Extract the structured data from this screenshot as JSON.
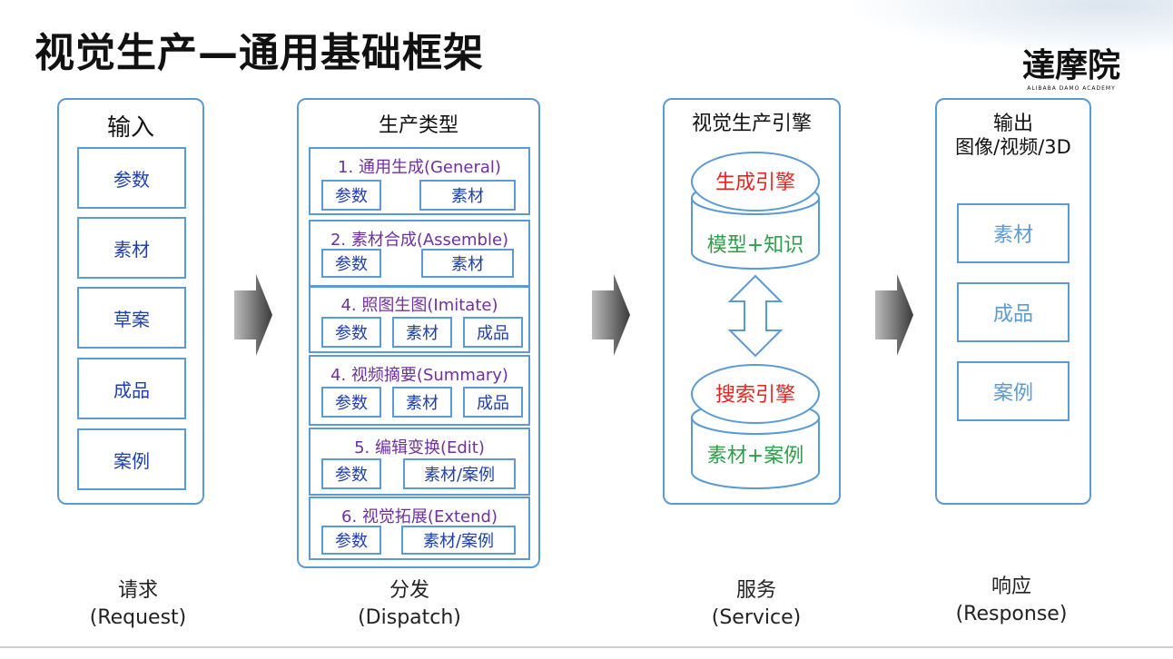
{
  "title": "视觉生产—通用基础框架",
  "logo": {
    "text": "達摩院",
    "subtitle": "ALIBABA DAMO ACADEMY"
  },
  "input": {
    "title": "输入",
    "items": [
      "参数",
      "素材",
      "草案",
      "成品",
      "案例"
    ]
  },
  "dispatch": {
    "title": "生产类型",
    "groups": [
      {
        "title": "1. 通用生成(General)",
        "chips": [
          "参数",
          "素材"
        ]
      },
      {
        "title": "2. 素材合成(Assemble)",
        "chips": [
          "参数",
          "素材"
        ]
      },
      {
        "title": "4. 照图生图(Imitate)",
        "chips": [
          "参数",
          "素材",
          "成品"
        ]
      },
      {
        "title": "4. 视频摘要(Summary)",
        "chips": [
          "参数",
          "素材",
          "成品"
        ]
      },
      {
        "title": "5. 编辑变换(Edit)",
        "chips": [
          "参数",
          "素材/案例"
        ]
      },
      {
        "title": "6. 视觉拓展(Extend)",
        "chips": [
          "参数",
          "素材/案例"
        ]
      }
    ]
  },
  "engine": {
    "title": "视觉生产引擎",
    "gen_engine": "生成引擎",
    "gen_db": "模型+知识",
    "search_engine": "搜索引擎",
    "search_db": "素材+案例"
  },
  "output": {
    "title_line1": "输出",
    "title_line2": "图像/视频/3D",
    "items": [
      "素材",
      "成品",
      "案例"
    ]
  },
  "captions": {
    "request": {
      "zh": "请求",
      "en": "(Request)"
    },
    "dispatch": {
      "zh": "分发",
      "en": "(Dispatch)"
    },
    "service": {
      "zh": "服务",
      "en": "(Service)"
    },
    "response": {
      "zh": "响应",
      "en": "(Response)"
    }
  },
  "colors": {
    "border": "#5b9bd5",
    "text_blue": "#1f3fb0",
    "purple": "#7030a0",
    "red": "#e8231f",
    "green": "#2e9e4a",
    "output_text": "#5b9bd5"
  }
}
